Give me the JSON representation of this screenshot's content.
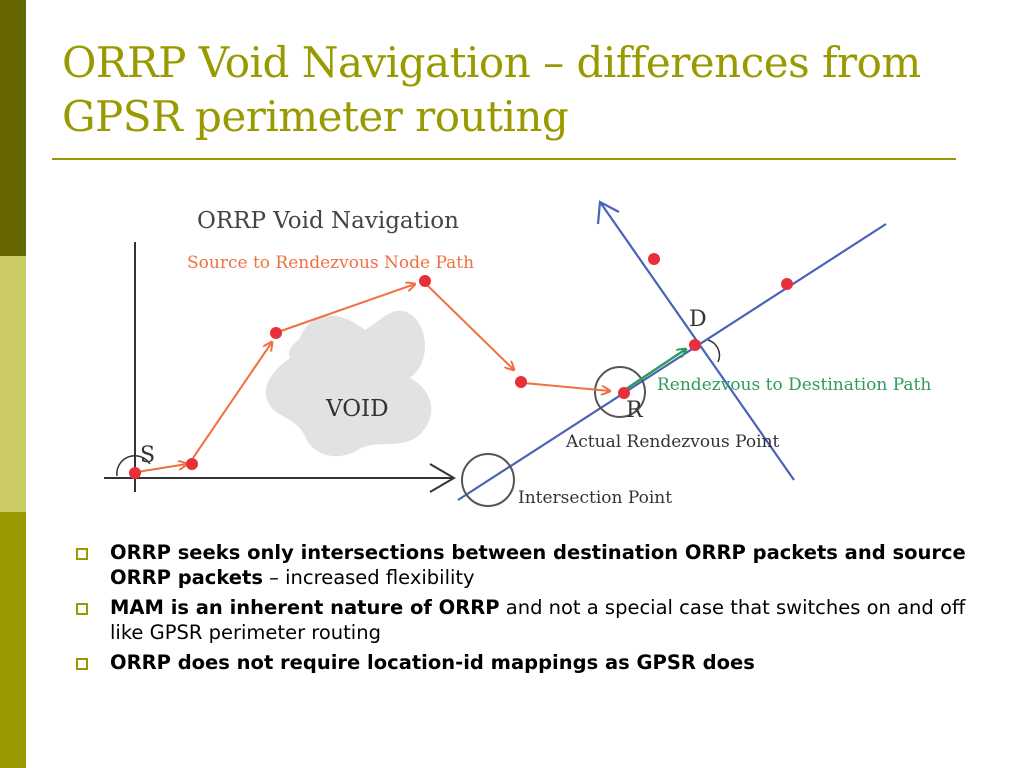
{
  "slide": {
    "title": "ORRP Void Navigation – differences from GPSR perimeter routing"
  },
  "diagram": {
    "heading": "ORRP Void Navigation",
    "source_path_label": "Source to Rendezvous Node Path",
    "void_label": "VOID",
    "source_node_label": "S",
    "destination_node_label": "D",
    "rendezvous_node_label": "R",
    "destination_path_label": "Rendezvous to Destination Path",
    "actual_rendezvous_label": "Actual Rendezvous Point",
    "intersection_label": "Intersection Point",
    "colors": {
      "source_path": "#f07040",
      "destination_path": "#2c9c5a",
      "orrp_lines": "#4a63b8",
      "nodes": "#e8303a",
      "void": "#e2e2e4",
      "axes": "#333333"
    }
  },
  "bullets": [
    {
      "bold": "ORRP seeks only intersections between destination ORRP packets and source ORRP packets",
      "normal": " – increased flexibility"
    },
    {
      "bold": "MAM is an inherent nature of ORRP",
      "normal": " and not a special case that switches on and off like GPSR perimeter routing"
    },
    {
      "bold": "ORRP does not require location-id mappings as GPSR does",
      "normal": ""
    }
  ]
}
